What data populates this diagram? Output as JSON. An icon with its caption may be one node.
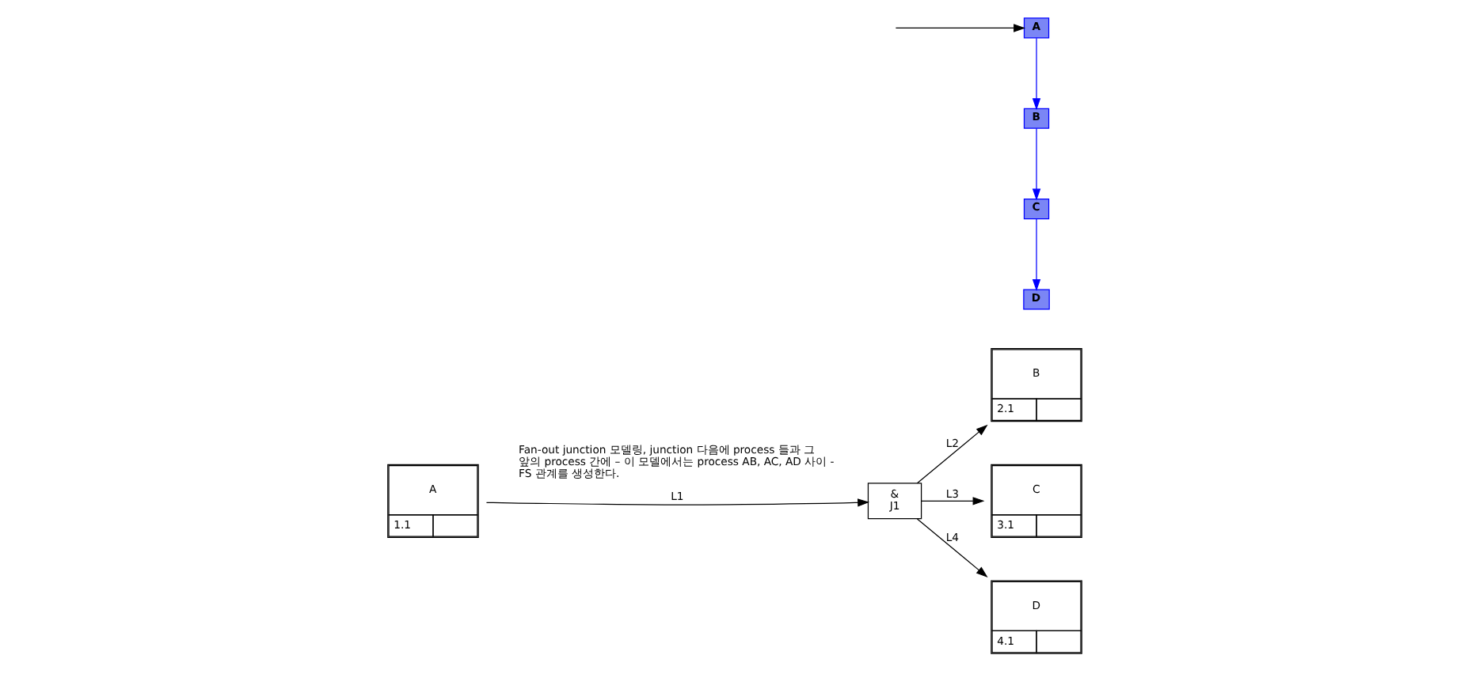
{
  "diagram": {
    "nodes": [
      {
        "text": [
          "A",
          "1.1"
        ]
      },
      {
        "text": [
          "&",
          "J1"
        ]
      },
      {
        "text": [
          "B",
          "2.1"
        ]
      },
      {
        "text": [
          "C",
          "3.1"
        ]
      },
      {
        "text": [
          "D",
          "4.1"
        ]
      },
      {
        "text": [
          "A"
        ]
      },
      {
        "text": [
          "B"
        ]
      },
      {
        "text": [
          "C"
        ]
      },
      {
        "text": [
          "D"
        ]
      }
    ],
    "edges": [
      {
        "from": 0,
        "to": 1,
        "arrow": "to",
        "label": "L1"
      },
      {
        "from": 1,
        "to": 2,
        "arrow": "to",
        "label": "L2"
      },
      {
        "from": 1,
        "to": 3,
        "arrow": "to",
        "label": "L3"
      },
      {
        "from": 1,
        "to": 4,
        "arrow": "to",
        "label": "L4"
      },
      {
        "from": null,
        "to": 5,
        "arrow": "to"
      },
      {
        "from": 5,
        "to": 6,
        "arrow": "to",
        "color": "#0000ff"
      },
      {
        "from": 6,
        "to": 7,
        "arrow": "to",
        "color": "#0000ff"
      },
      {
        "from": 7,
        "to": 8,
        "arrow": "to",
        "color": "#0000ff"
      }
    ],
    "labels": [
      "Fan-out junction 모델링, junction 다음에 process 들과 그 앞의 process 간에 – 이 모델에서는 process AB, AC, AD 사이 - FS 관계를 생성한다."
    ]
  }
}
